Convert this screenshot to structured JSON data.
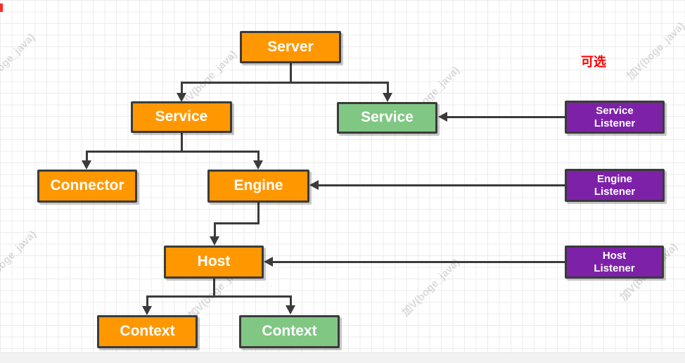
{
  "colors": {
    "orange": "#FF9800",
    "green": "#81C784",
    "purple": "#7D22A8",
    "line": "#3B3B3B",
    "optional": "#FF0000"
  },
  "annotation": {
    "optional_label": "可选"
  },
  "nodes": {
    "server": {
      "label": "Server"
    },
    "service_main": {
      "label": "Service"
    },
    "service_optional": {
      "label": "Service"
    },
    "connector": {
      "label": "Connector"
    },
    "engine": {
      "label": "Engine"
    },
    "host": {
      "label": "Host"
    },
    "context_main": {
      "label": "Context"
    },
    "context_optional": {
      "label": "Context"
    },
    "service_listener": {
      "line1": "Service",
      "line2": "Listener"
    },
    "engine_listener": {
      "line1": "Engine",
      "line2": "Listener"
    },
    "host_listener": {
      "line1": "Host",
      "line2": "Listener"
    }
  },
  "watermark": {
    "text": "加V(boge_java)"
  }
}
